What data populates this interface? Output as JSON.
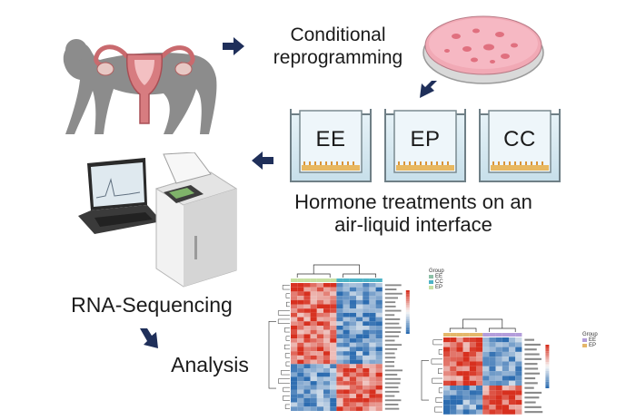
{
  "steps": {
    "reprogramming": {
      "line1": "Conditional",
      "line2": "reprogramming"
    },
    "hormone": {
      "line1": "Hormone treatments on an",
      "line2": "air-liquid interface"
    },
    "sequencing": "RNA-Sequencing",
    "analysis": "Analysis"
  },
  "wells": [
    "EE",
    "EP",
    "CC"
  ],
  "heatmaps": {
    "large": {
      "legend_title": "Group",
      "group_labels": [
        "EE",
        "CC",
        "EP"
      ]
    },
    "small": {
      "legend_title": "Group",
      "group_labels": [
        "EE",
        "EP"
      ]
    }
  },
  "colors": {
    "arrow": "#1f2f5a",
    "monkey": "#8c8c8c",
    "uterus": "#c96a6e",
    "dish": "#f1a9b5",
    "well_medium": "#d6e9f2",
    "membrane": "#e8b860",
    "heat_high": "#d7301f",
    "heat_low": "#2c6cb0",
    "group_a": "#8bc0a6",
    "group_b": "#4db3c6",
    "group_c": "#b39ddb"
  }
}
